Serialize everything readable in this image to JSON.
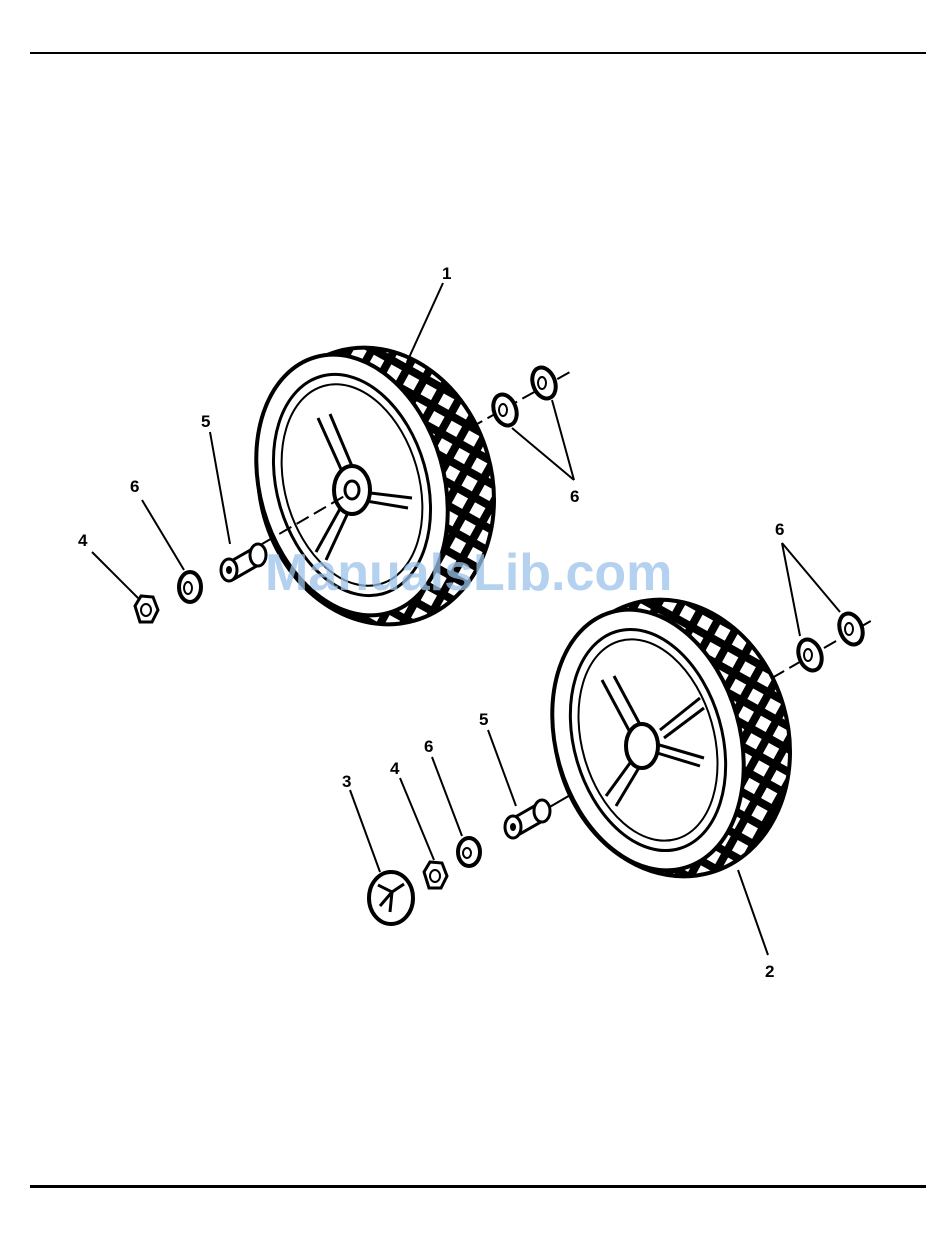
{
  "diagram": {
    "callouts": {
      "c1": "1",
      "c2": "2",
      "c3": "3",
      "c4a": "4",
      "c4b": "4",
      "c5a": "5",
      "c5b": "5",
      "c6a": "6",
      "c6b": "6",
      "c6c": "6",
      "c6d": "6"
    }
  },
  "watermark": "ManualsLib.com"
}
